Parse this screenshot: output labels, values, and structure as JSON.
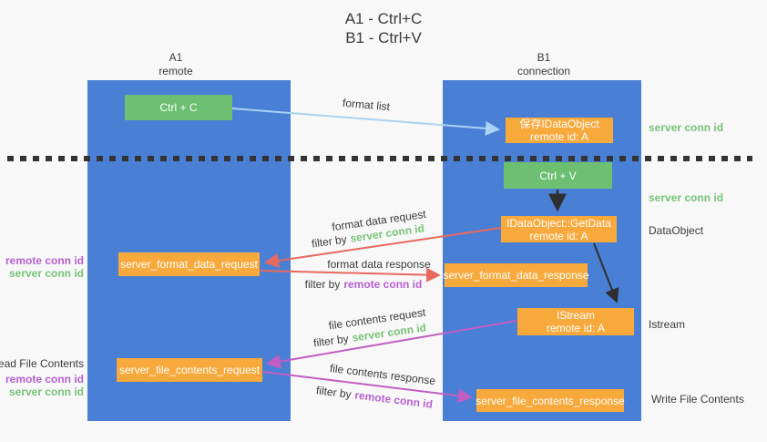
{
  "title": {
    "line1": "A1 - Ctrl+C",
    "line2": "B1 - Ctrl+V"
  },
  "columns": {
    "a1": {
      "name": "A1",
      "subtitle": "remote"
    },
    "b1": {
      "name": "B1",
      "subtitle": "connection"
    }
  },
  "boxes": {
    "ctrl_c": {
      "label": "Ctrl + C"
    },
    "ctrl_v": {
      "label": "Ctrl + V"
    },
    "save_idataobject": {
      "line1": "保存IDataObject",
      "line2": "remote id: A"
    },
    "getdata": {
      "line1": "IDataObject::GetData",
      "line2": "remote id: A"
    },
    "istream": {
      "line1": "IStream",
      "line2": "remote id: A"
    },
    "format_request": {
      "label": "server_format_data_request"
    },
    "format_response": {
      "label": "server_format_data_response"
    },
    "file_request": {
      "label": "server_file_contents_request"
    },
    "file_response": {
      "label": "server_file_contents_response"
    }
  },
  "arrow_labels": {
    "format_list": "format list",
    "format_data_request": "format data request",
    "format_data_response": "format data response",
    "file_contents_request": "file contents request",
    "file_contents_response": "file contents response",
    "filter_by": "filter by",
    "server_conn_id": "server conn id",
    "remote_conn_id": "remote conn id"
  },
  "side_labels": {
    "left": {
      "remote_conn_id": "remote conn id",
      "server_conn_id": "server conn id",
      "read_file_contents": "Read File Contents"
    },
    "right": {
      "server_conn_id": "server conn id",
      "dataobject": "DataObject",
      "istream": "Istream",
      "write_file_contents": "Write File Contents"
    }
  },
  "colors": {
    "background": "#f8f8f8",
    "lifeline_blue": "#4a7fd6",
    "box_green": "#6dbf71",
    "box_orange": "#f7a93c",
    "server_conn_green": "#77c377",
    "remote_conn_purple": "#b75fd2",
    "arrow_red": "#e8695e",
    "arrow_magenta": "#c25ec2",
    "arrow_light_blue": "#a9d3f2",
    "arrow_black": "#2f2f2f"
  }
}
